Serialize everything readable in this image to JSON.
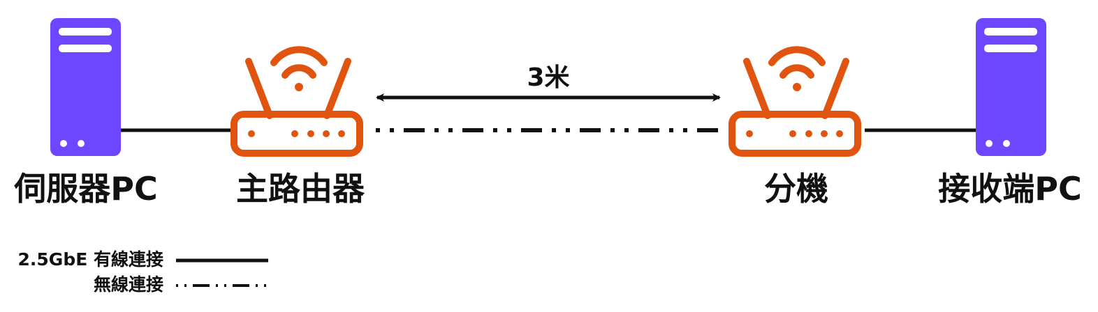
{
  "nodes": {
    "server": {
      "label": "伺服器PC",
      "icon": "server-icon"
    },
    "main_router": {
      "label": "主路由器",
      "icon": "wifi-router-icon"
    },
    "satellite": {
      "label": "分機",
      "icon": "wifi-router-icon"
    },
    "client": {
      "label": "接收端PC",
      "icon": "server-icon"
    }
  },
  "distance": {
    "label": "3米"
  },
  "legend": {
    "wired": {
      "label": "2.5GbE 有線連接",
      "style": "solid"
    },
    "wireless": {
      "label": "無線連接",
      "style": "dash-dot-dot"
    }
  },
  "colors": {
    "server": "#6c47ff",
    "router": "#e0540f",
    "line": "#111111"
  }
}
